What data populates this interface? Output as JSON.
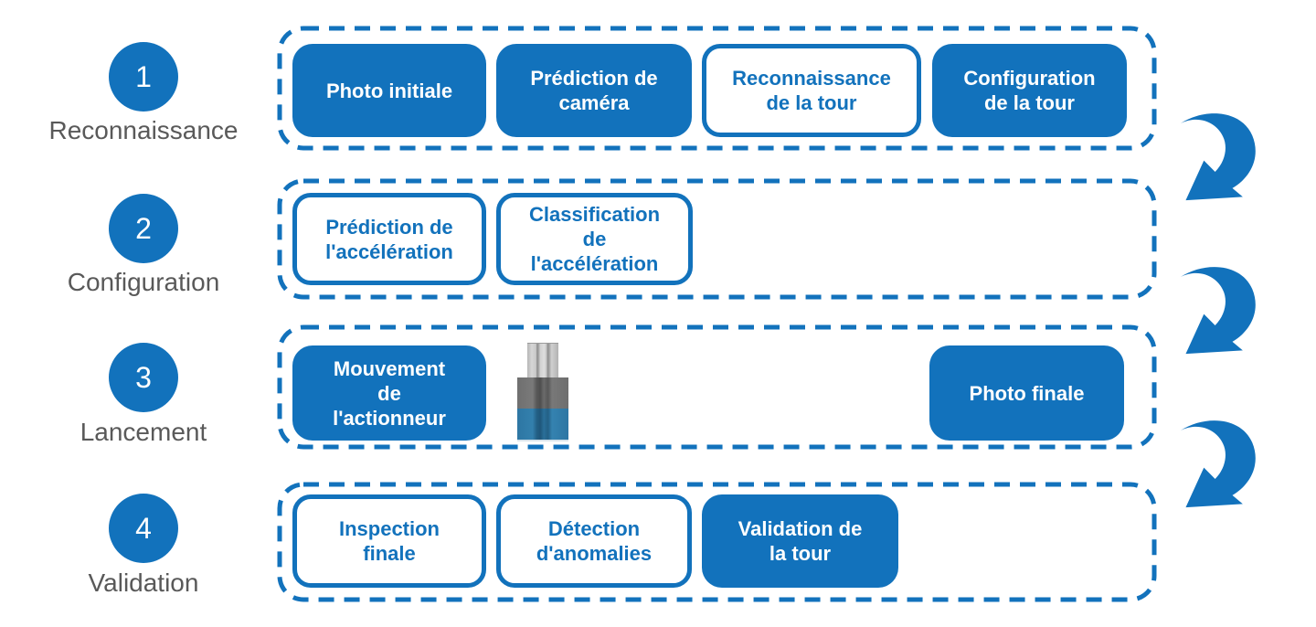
{
  "accent_color": "#1272BC",
  "label_color": "#595959",
  "steps": [
    {
      "number": "1",
      "label": "Reconnaissance"
    },
    {
      "number": "2",
      "label": "Configuration"
    },
    {
      "number": "3",
      "label": "Lancement"
    },
    {
      "number": "4",
      "label": "Validation"
    }
  ],
  "rows": [
    {
      "step": "Reconnaissance",
      "boxes": [
        {
          "label": "Photo initiale",
          "style": "filled"
        },
        {
          "label": "Prédiction de\ncaméra",
          "style": "filled"
        },
        {
          "label": "Reconnaissance\nde la tour",
          "style": "outline"
        },
        {
          "label": "Configuration\nde la tour",
          "style": "filled"
        }
      ]
    },
    {
      "step": "Configuration",
      "boxes": [
        {
          "label": "Prédiction de\nl'accélération",
          "style": "outline"
        },
        {
          "label": "Classification\nde\nl'accélération",
          "style": "outline"
        }
      ]
    },
    {
      "step": "Lancement",
      "boxes": [
        {
          "label": "Mouvement\nde\nl'actionneur",
          "style": "filled"
        },
        {
          "label": "Photo finale",
          "style": "filled"
        }
      ],
      "image": "photo of block tower (grey blocks on blue base)"
    },
    {
      "step": "Validation",
      "boxes": [
        {
          "label": "Inspection\nfinale",
          "style": "outline"
        },
        {
          "label": "Détection\nd'anomalies",
          "style": "outline"
        },
        {
          "label": "Validation de\nla tour",
          "style": "filled"
        }
      ]
    }
  ]
}
